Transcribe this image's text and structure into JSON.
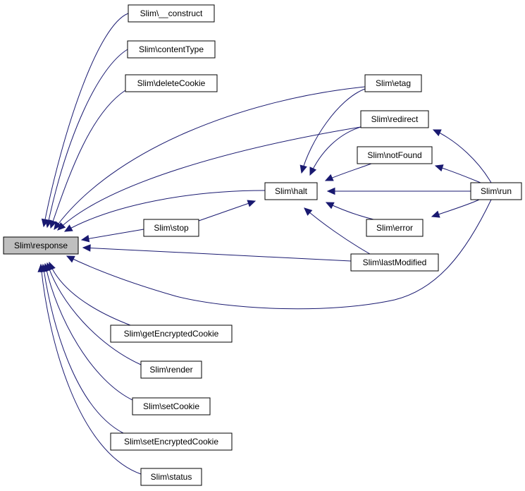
{
  "graph": {
    "nodes": {
      "response": "Slim\\response",
      "construct": "Slim\\__construct",
      "contentType": "Slim\\contentType",
      "deleteCookie": "Slim\\deleteCookie",
      "etag": "Slim\\etag",
      "redirect": "Slim\\redirect",
      "notFound": "Slim\\notFound",
      "halt": "Slim\\halt",
      "run": "Slim\\run",
      "stop": "Slim\\stop",
      "error": "Slim\\error",
      "lastModified": "Slim\\lastModified",
      "getEncryptedCookie": "Slim\\getEncryptedCookie",
      "render": "Slim\\render",
      "setCookie": "Slim\\setCookie",
      "setEncryptedCookie": "Slim\\setEncryptedCookie",
      "status": "Slim\\status"
    },
    "edges": [
      [
        "construct",
        "response"
      ],
      [
        "contentType",
        "response"
      ],
      [
        "deleteCookie",
        "response"
      ],
      [
        "etag",
        "response"
      ],
      [
        "redirect",
        "response"
      ],
      [
        "halt",
        "response"
      ],
      [
        "stop",
        "response"
      ],
      [
        "lastModified",
        "response"
      ],
      [
        "run",
        "response"
      ],
      [
        "getEncryptedCookie",
        "response"
      ],
      [
        "render",
        "response"
      ],
      [
        "setCookie",
        "response"
      ],
      [
        "setEncryptedCookie",
        "response"
      ],
      [
        "status",
        "response"
      ],
      [
        "etag",
        "halt"
      ],
      [
        "redirect",
        "halt"
      ],
      [
        "notFound",
        "halt"
      ],
      [
        "run",
        "halt"
      ],
      [
        "error",
        "halt"
      ],
      [
        "lastModified",
        "halt"
      ],
      [
        "stop",
        "halt"
      ],
      [
        "run",
        "redirect"
      ],
      [
        "run",
        "notFound"
      ],
      [
        "run",
        "error"
      ]
    ],
    "colors": {
      "edge": "#191970",
      "root_fill": "#bfbfbf",
      "node_fill": "#ffffff",
      "border": "#000000"
    }
  }
}
